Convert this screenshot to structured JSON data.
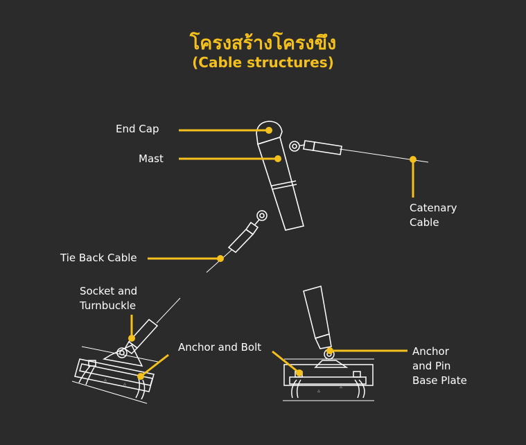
{
  "title": {
    "thai": "โครงสร้างโครงขึง",
    "english": "(Cable structures)"
  },
  "labels": {
    "end_cap": "End Cap",
    "mast": "Mast",
    "catenary_cable_line1": "Catenary",
    "catenary_cable_line2": "Cable",
    "tie_back_cable": "Tie Back Cable",
    "socket_turnbuckle_line1": "Socket and",
    "socket_turnbuckle_line2": "Turnbuckle",
    "anchor_bolt": "Anchor and Bolt",
    "anchor_pin_line1": "Anchor",
    "anchor_pin_line2": "and Pin",
    "anchor_pin_line3": "Base Plate"
  },
  "colors": {
    "background": "#2b2b2b",
    "accent": "#f4c01e",
    "line": "#ffffff"
  }
}
